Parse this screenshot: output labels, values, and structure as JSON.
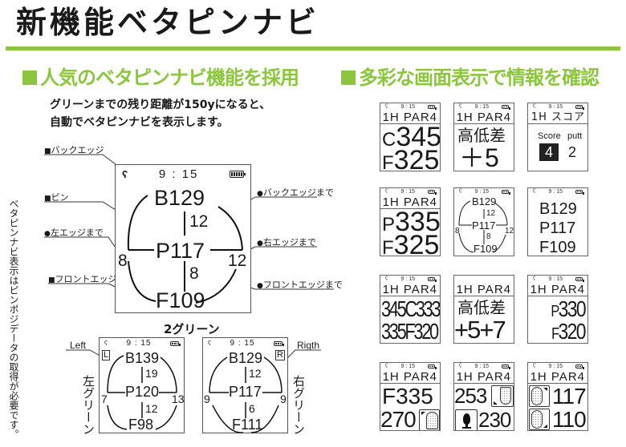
{
  "page": {
    "title": "新機能ベタピンナビ",
    "accent_color": "#8cc63e"
  },
  "left_section": {
    "heading": "人気のベタピンナビ機能を採用",
    "intro_line1": "グリーンまでの残り距離が150yになると、",
    "intro_line2": "自動でベタピンナビを表示します。",
    "vertical_note": "ベタピンナビ表示はピンポジデータの取得が必要です。",
    "callouts_left": [
      {
        "marker": "■",
        "label": "バックエッジ"
      },
      {
        "marker": "■",
        "label": "ピン"
      },
      {
        "marker": "●",
        "label": "左エッジまで"
      },
      {
        "marker": "■",
        "label": "フロントエッジ"
      }
    ],
    "callouts_right": [
      {
        "marker": "●",
        "label": "バックエッジまで"
      },
      {
        "marker": "●",
        "label": "右エッジまで"
      },
      {
        "marker": "●",
        "label": "フロントエッジまで"
      }
    ],
    "main_device": {
      "time": "9 : 15",
      "back": "B129",
      "pin": "P117",
      "front": "F109",
      "to_back": "12",
      "to_front": "8",
      "to_left": "8",
      "to_right": "12"
    },
    "two_green": {
      "title": "2グリーン",
      "left": {
        "tag_label": "Left",
        "tag": "L",
        "side_label": "左グリーン",
        "time": "9 : 15",
        "back": "B139",
        "pin": "P120",
        "front": "F98",
        "to_back": "19",
        "to_front": "12",
        "to_left": "7",
        "to_right": "13"
      },
      "right": {
        "tag_label": "Rigth",
        "tag": "R",
        "side_label": "右グリーン",
        "time": "9 : 15",
        "back": "B129",
        "pin": "P117",
        "front": "F111",
        "to_back": "12",
        "to_front": "6",
        "to_left": "9",
        "to_right": "9"
      }
    }
  },
  "right_section": {
    "heading": "多彩な画面表示で情報を確認",
    "screens": [
      {
        "time": "9 : 15",
        "header": "1H PAR4",
        "lines": [
          {
            "prefix": "C",
            "value": "345"
          },
          {
            "prefix": "F",
            "value": "325"
          }
        ]
      },
      {
        "time": "9 : 15",
        "header": "1H PAR4",
        "label": "高低差",
        "value": "＋5"
      },
      {
        "time": "9 : 15",
        "header": "1H スコア",
        "score_label": "Score",
        "putt_label": "putt",
        "score": "4",
        "putt": "2"
      },
      {
        "time": "9 : 15",
        "header": "1H PAR4",
        "lines": [
          {
            "prefix": "P",
            "value": "335"
          },
          {
            "prefix": "F",
            "value": "325"
          }
        ]
      },
      {
        "time": "9 : 15",
        "back": "B129",
        "pin": "P117",
        "front": "F109",
        "to_back": "12",
        "to_front": "8",
        "to_left": "8",
        "to_right": "12"
      },
      {
        "time": "9 : 15",
        "lines": [
          "B129",
          "P117",
          "F109"
        ]
      },
      {
        "time": "9 : 15",
        "header": "1H PAR4",
        "lines": [
          "345C333",
          "335F320"
        ]
      },
      {
        "header": "1H PAR4",
        "label": "高低差",
        "value": "+5+7"
      },
      {
        "time": "9 : 15",
        "header": "1H PAR4",
        "lines": [
          {
            "prefix": "P",
            "value": "330"
          },
          {
            "prefix": "F",
            "value": "320"
          }
        ]
      },
      {
        "time": "9 : 15",
        "header": "1H PAR4",
        "lines": [
          "F335",
          "270"
        ]
      },
      {
        "time": "9 : 15",
        "header": "1H PAR4",
        "lines": [
          "253",
          "230"
        ]
      },
      {
        "time": "9 : 15",
        "header": "1H PAR4",
        "lines": [
          "117",
          "110"
        ]
      }
    ]
  }
}
